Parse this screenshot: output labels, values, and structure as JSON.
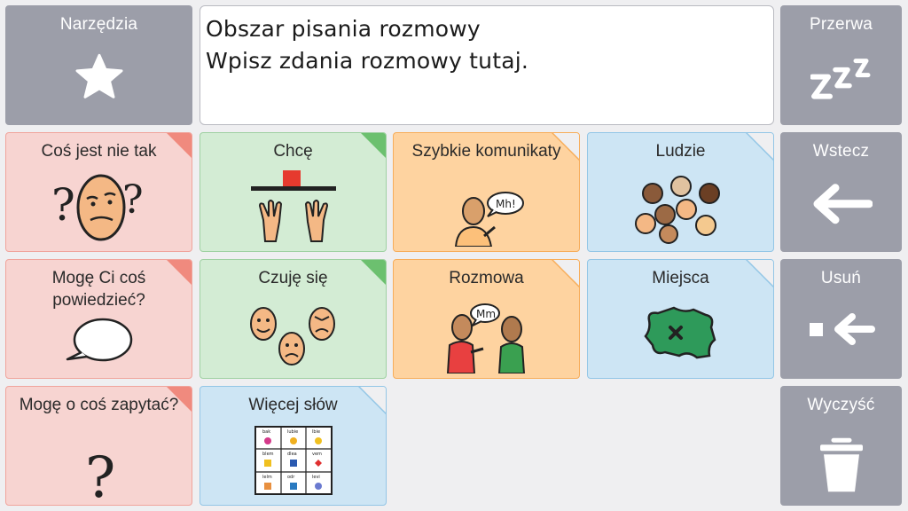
{
  "left": {
    "tools_label": "Narzędzia"
  },
  "textarea": {
    "line1": "Obszar pisania rozmowy",
    "line2": "Wpisz zdania rozmowy tutaj."
  },
  "right": {
    "break_label": "Przerwa",
    "back_label": "Wstecz",
    "delete_label": "Usuń",
    "clear_label": "Wyczyść"
  },
  "grid": {
    "something_wrong": "Coś jest nie tak",
    "want": "Chcę",
    "quick_messages": "Szybkie komunikaty",
    "people": "Ludzie",
    "can_i_tell": "Mogę Ci coś powiedzieć?",
    "i_feel": "Czuję się",
    "conversation": "Rozmowa",
    "places": "Miejsca",
    "can_i_ask": "Mogę o coś zapytać?",
    "more_words": "Więcej słów"
  },
  "icons": {
    "tools": "star-icon",
    "break": "sleep-zzz-icon",
    "back": "arrow-left-icon",
    "delete": "backspace-icon",
    "clear": "trash-icon"
  },
  "more_words_grid": [
    "bak",
    "lubie",
    "lbie",
    "blem",
    "dlea",
    "vem",
    "lelm",
    "odr",
    "levi"
  ],
  "quick_bubble": "Mh!",
  "conversation_bubble": "Mm",
  "colors": {
    "side": "#9c9ea9",
    "red": "#f7d4d1",
    "green": "#d3ecd4",
    "orange": "#fed3a0",
    "blue": "#cde5f4"
  }
}
